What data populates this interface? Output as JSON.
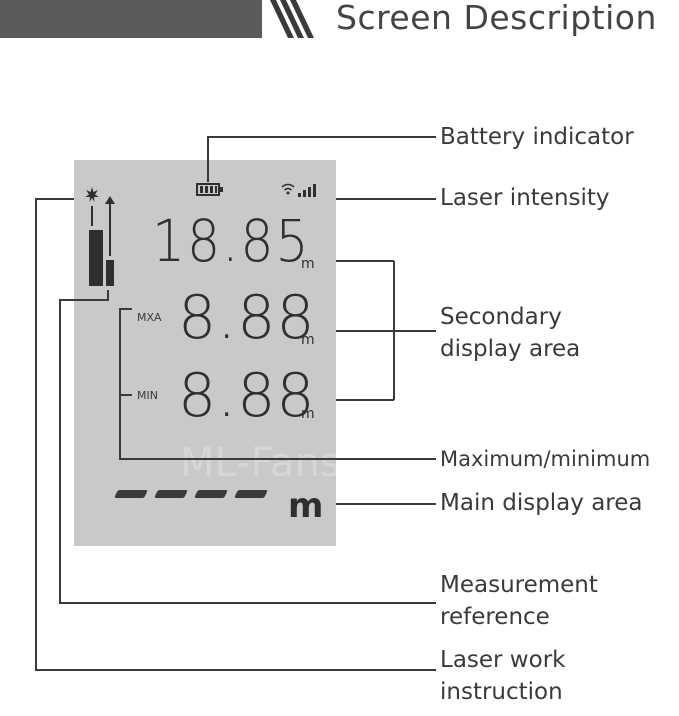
{
  "header": {
    "title": "Screen Description"
  },
  "lcd": {
    "main_reading": "18.85",
    "main_unit": "m",
    "secondary_1_tag": "MXA",
    "secondary_1_reading": "8.88",
    "secondary_1_unit": "m",
    "secondary_2_tag": "MIN",
    "secondary_2_reading": "8.88",
    "secondary_2_unit": "m",
    "bottom_unit": "m"
  },
  "callouts": {
    "battery": "Battery indicator",
    "laser_intensity": "Laser intensity",
    "secondary_1": "Secondary",
    "secondary_2": "display area",
    "maxmin": "Maximum/minimum",
    "main_display": "Main display area",
    "measurement_1": "Measurement",
    "measurement_2": "reference",
    "laser_work_1": "Laser work",
    "laser_work_2": "instruction"
  },
  "watermark": "ML-Fans Store",
  "icons": [
    "laser-star-icon",
    "battery-icon",
    "signal-icon",
    "measurement-reference-icon"
  ],
  "colors": {
    "lcd_background": "#c9c9c9",
    "header_bar": "#5b5b5b",
    "line": "#3a3a3a"
  }
}
